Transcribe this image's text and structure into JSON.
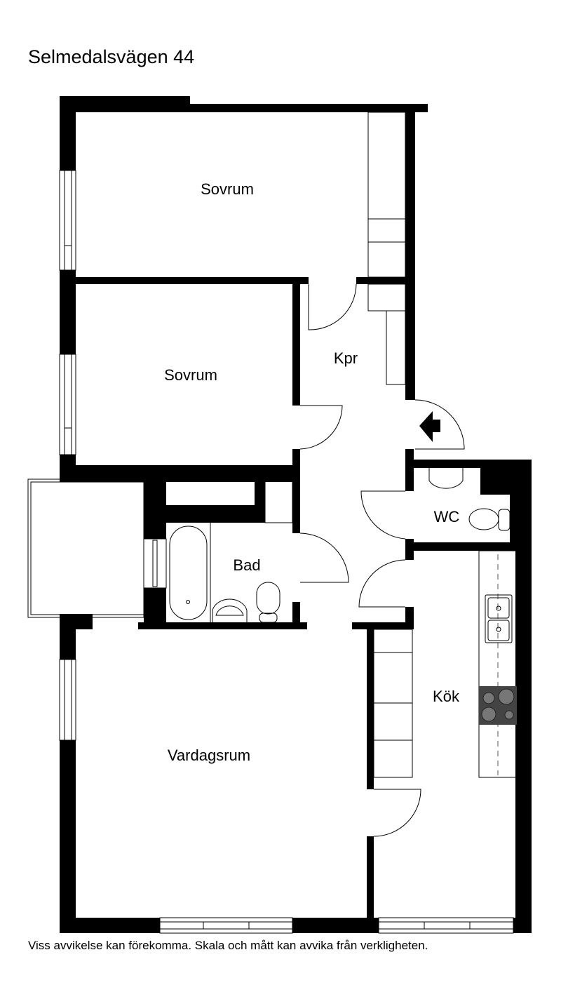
{
  "title": "Selmedalsvägen 44",
  "rooms": {
    "sovrum1": "Sovrum",
    "sovrum2": "Sovrum",
    "kpr": "Kpr",
    "bad": "Bad",
    "wc": "WC",
    "kok": "Kök",
    "vardagsrum": "Vardagsrum"
  },
  "disclaimer": "Viss avvikelse kan förekomma. Skala och mått kan avvika från verkligheten.",
  "colors": {
    "wall": "#000000",
    "stove": "#444444",
    "burner": "#777777"
  }
}
